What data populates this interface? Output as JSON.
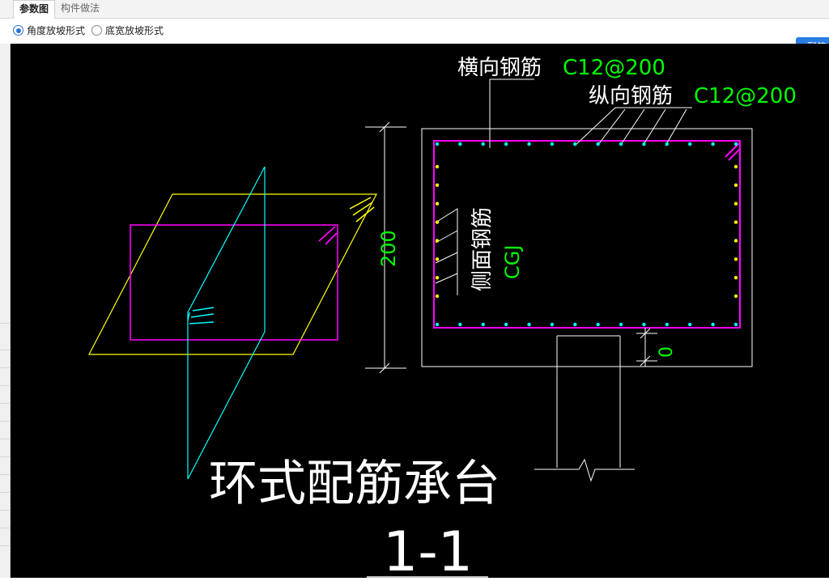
{
  "tabs": [
    {
      "label": "参数图",
      "active": true
    },
    {
      "label": "构件做法",
      "active": false
    }
  ],
  "slope_options": [
    {
      "label": "角度放坡形式",
      "checked": true
    },
    {
      "label": "底宽放坡形式",
      "checked": false
    }
  ],
  "rebar_button": {
    "label": "配筋"
  },
  "drawing": {
    "transverse_label": "横向钢筋",
    "transverse_value": "C12@200",
    "longitudinal_label": "纵向钢筋",
    "longitudinal_value": "C12@200",
    "side_label": "侧面钢筋",
    "side_value": "CGJ",
    "height_dim": "200",
    "offset_dim": "0",
    "title": "环式配筋承台",
    "section": "1-1"
  },
  "colors": {
    "magenta": "#ff00ff",
    "cyan": "#00ffff",
    "yellow": "#ffff00",
    "green": "#00ff00",
    "white": "#ffffff",
    "button": "#2a7de1"
  }
}
